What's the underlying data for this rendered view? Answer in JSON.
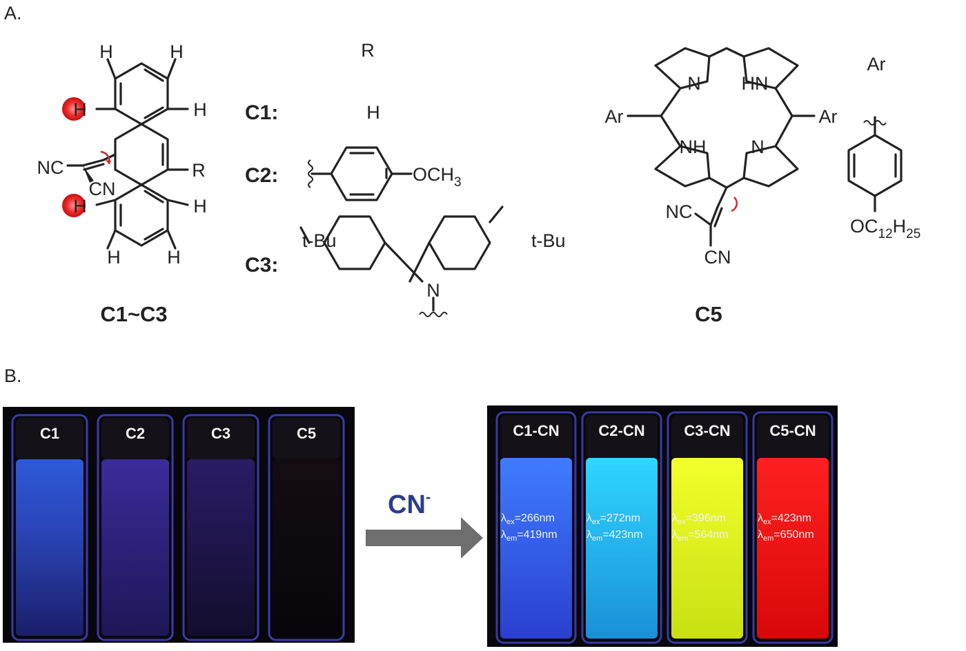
{
  "panel_a": {
    "label": "A.",
    "c1c3": {
      "caption": "C1~C3",
      "atoms": {
        "h": "H",
        "r": "R",
        "nc": "NC",
        "cn": "CN"
      },
      "r_header": "R",
      "rows": [
        {
          "label": "C1:",
          "substituent": "H"
        },
        {
          "label": "C2:",
          "substituent": "OCH3",
          "sub_main": "OCH",
          "sub_index": "3"
        },
        {
          "label": "C3:",
          "substituent": "N,N-bis(4-tert-butylphenyl)amino",
          "tbu": "t-Bu",
          "n": "N"
        }
      ]
    },
    "c5": {
      "caption": "C5",
      "atoms": {
        "n": "N",
        "hn": "HN",
        "nh": "NH",
        "ar": "Ar",
        "nc": "NC",
        "cn": "CN"
      },
      "ar_header": "Ar",
      "ar_tail": {
        "o": "OC",
        "c_idx": "12",
        "h": "H",
        "h_idx": "25"
      }
    }
  },
  "panel_b": {
    "label": "B.",
    "arrow_label": "CN",
    "arrow_sup": "-",
    "before_vials": [
      {
        "label": "C1",
        "color": "#3a5fd8"
      },
      {
        "label": "C2",
        "color": "#3b2aa0"
      },
      {
        "label": "C3",
        "color": "#261a5e"
      },
      {
        "label": "C5",
        "color": "#0d0b10"
      }
    ],
    "after_vials": [
      {
        "label": "C1-CN",
        "color": "#3f6bff",
        "ex": "=266nm",
        "em": "=419nm"
      },
      {
        "label": "C2-CN",
        "color": "#21c7f2",
        "ex": "=272nm",
        "em": "=423nm"
      },
      {
        "label": "C3-CN",
        "color": "#e6f21a",
        "ex": "=396nm",
        "em": "=564nm"
      },
      {
        "label": "C5-CN",
        "color": "#ff1414",
        "ex": "=423nm",
        "em": "=650nm"
      }
    ],
    "lambda": {
      "symbol": "λ",
      "ex_sub": "ex",
      "em_sub": "em"
    }
  }
}
